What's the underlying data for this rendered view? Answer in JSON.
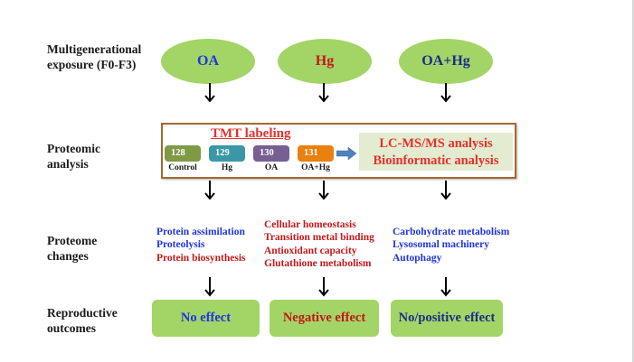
{
  "rows": {
    "exposure": "Multigenerational\nexposure (F0-F3)",
    "exposure_line1": "Multigenerational",
    "exposure_line2": "exposure (F0-F3)",
    "proteomic_line1": "Proteomic",
    "proteomic_line2": "analysis",
    "changes_line1": "Proteome",
    "changes_line2": "changes",
    "outcomes_line1": "Reproductive",
    "outcomes_line2": "outcomes"
  },
  "treatments": [
    {
      "label": "OA",
      "color": "#1f35e0"
    },
    {
      "label": "Hg",
      "color": "#c4161b"
    },
    {
      "label": "OA+Hg",
      "color": "#1a2c8c"
    }
  ],
  "tmt": {
    "title": "TMT labeling",
    "tags": [
      {
        "code": "128",
        "label": "Control",
        "color": "#7f9a44"
      },
      {
        "code": "129",
        "label": "Hg",
        "color": "#3a97a8"
      },
      {
        "code": "130",
        "label": "OA",
        "color": "#775f93"
      },
      {
        "code": "131",
        "label": "OA+Hg",
        "color": "#e9800f"
      }
    ],
    "analysis_line1": "LC-MS/MS analysis",
    "analysis_line2": "Bioinformatic analysis"
  },
  "changes": {
    "oa": [
      {
        "text": "Protein assimilation",
        "tone": "up"
      },
      {
        "text": "Proteolysis",
        "tone": "up"
      },
      {
        "text": "Protein biosynthesis",
        "tone": "down"
      }
    ],
    "hg": [
      {
        "text": "Cellular homeostasis",
        "tone": "down"
      },
      {
        "text": "Transition metal binding",
        "tone": "down"
      },
      {
        "text": "Antioxidant capacity",
        "tone": "down"
      },
      {
        "text": "Glutathione metabolism",
        "tone": "down"
      }
    ],
    "oahg": [
      {
        "text": "Carbohydrate metabolism",
        "tone": "up"
      },
      {
        "text": "Lysosomal machinery",
        "tone": "up"
      },
      {
        "text": "Autophagy",
        "tone": "up"
      }
    ]
  },
  "outcomes": [
    {
      "label": "No effect",
      "color": "#1f35e0"
    },
    {
      "label": "Negative effect",
      "color": "#c4161b"
    },
    {
      "label": "No/positive effect",
      "color": "#1a2c8c"
    }
  ],
  "colors": {
    "green": "#a3d566",
    "up_blue": "#1f35e0",
    "down_red": "#c41a1a",
    "frame_brown": "#a8692c",
    "flow_arrow_blue": "#4f81bd"
  }
}
